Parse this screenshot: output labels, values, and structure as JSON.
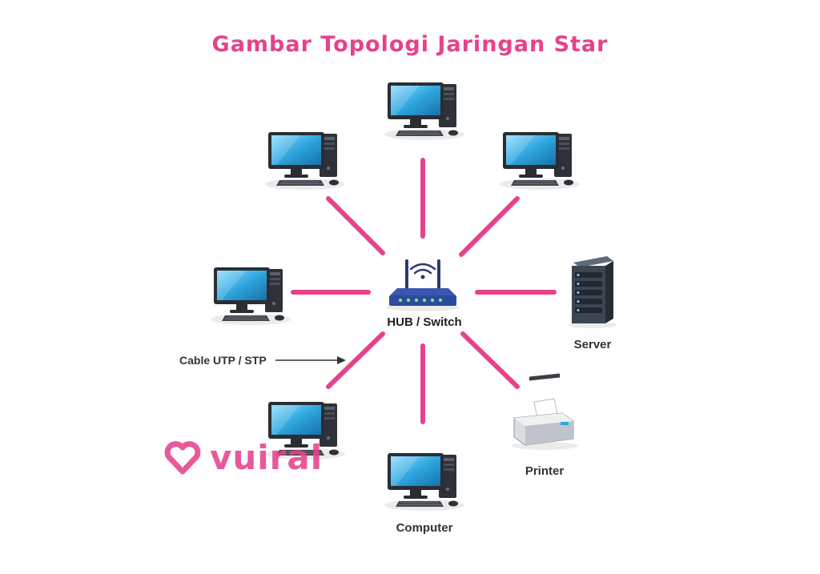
{
  "title": "Gambar Topologi Jaringan Star",
  "labels": {
    "hub": "HUB / Switch",
    "server": "Server",
    "printer": "Printer",
    "computer": "Computer",
    "cable": "Cable UTP / STP"
  },
  "logo": {
    "text": "vuiral"
  },
  "colors": {
    "accent": "#e6428c",
    "screen": "#2fa7de",
    "computer_body": "#2e3138",
    "text": "#333333"
  },
  "icons": [
    "computer-icon",
    "router-icon",
    "server-icon",
    "printer-icon",
    "heart-logo-icon"
  ]
}
